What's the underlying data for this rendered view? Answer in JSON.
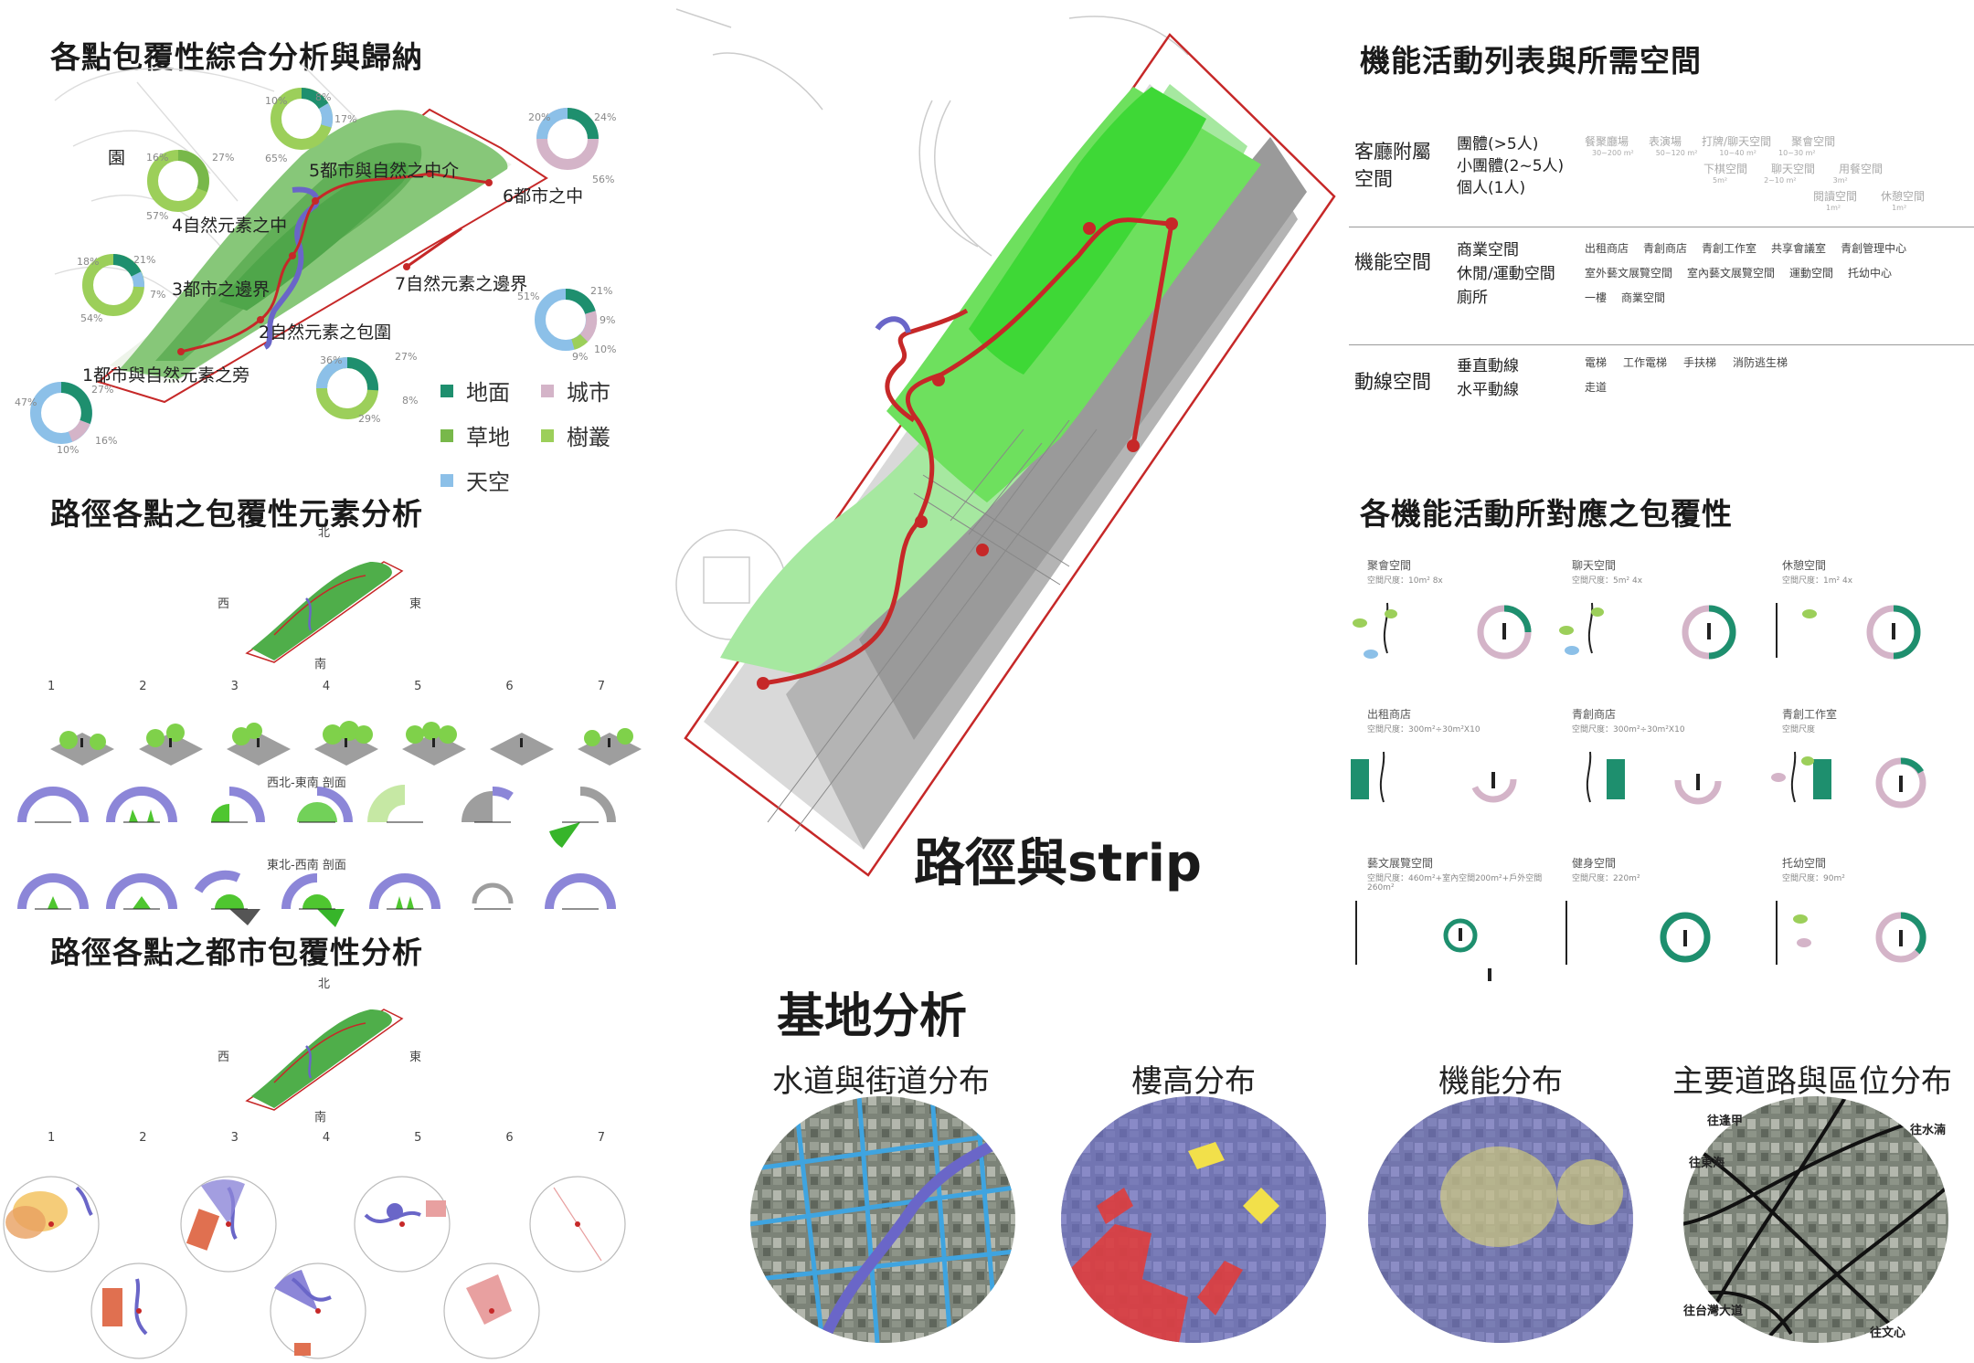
{
  "titles": {
    "t1": "各點包覆性綜合分析與歸納",
    "t2": "路徑各點之包覆性元素分析",
    "t3": "路徑各點之都市包覆性分析",
    "strip": "路徑與strip",
    "t_func": "機能活動列表與所需空間",
    "t_enc": "各機能活動所對應之包覆性",
    "site": "基地分析"
  },
  "map_labels": {
    "park": "園",
    "p1": "1都市與自然元素之旁",
    "p2": "2自然元素之包圍",
    "p3": "3都市之邊界",
    "p4": "4自然元素之中",
    "p5": "5都市與自然之中介",
    "p6": "6都市之中",
    "p7": "7自然元素之邊界"
  },
  "ring_pcts": {
    "r1": [
      "10%",
      "8%",
      "17%",
      "65%"
    ],
    "r2": [
      "16%",
      "27%",
      "57%"
    ],
    "r3": [
      "18%",
      "21%",
      "7%",
      "54%"
    ],
    "r4": [
      "20%",
      "24%",
      "56%"
    ],
    "r5": [
      "51%",
      "21%",
      "9%",
      "10%",
      "9%"
    ],
    "r6": [
      "36%",
      "27%",
      "8%",
      "29%"
    ],
    "r7": [
      "47%",
      "27%",
      "16%",
      "10%"
    ]
  },
  "legend": [
    {
      "label": "地面",
      "color": "#1e8f6e"
    },
    {
      "label": "城市",
      "color": "#d4b4c8"
    },
    {
      "label": "草地",
      "color": "#78b84a"
    },
    {
      "label": "樹叢",
      "color": "#9ccf5a"
    },
    {
      "label": "天空",
      "color": "#8cc0e8"
    }
  ],
  "compass": {
    "n": "北",
    "w": "西",
    "e": "東",
    "s": "南"
  },
  "points": [
    "1",
    "2",
    "3",
    "4",
    "5",
    "6",
    "7"
  ],
  "sections": {
    "nw_se": "西北-東南 剖面",
    "ne_sw": "東北-西南 剖面"
  },
  "func_table": [
    {
      "category": "客廳附屬\n空間",
      "types": [
        "團體(>5人)",
        "小團體(2~5人)",
        "個人(1人)"
      ],
      "rows": [
        [
          "餐聚廳場",
          "表演場",
          "打牌/聊天空間",
          "聚會空間"
        ],
        [
          "下棋空間",
          "聊天空間",
          "用餐空間"
        ],
        [
          "閱讀空間",
          "休憩空間"
        ]
      ],
      "notes": [
        [
          "30~200 m²",
          "50~120 m²",
          "10~40 m²",
          "10~30 m²"
        ],
        [
          "5m²",
          "2~10 m²",
          "3m²"
        ],
        [
          "1m²",
          "1m²"
        ]
      ]
    },
    {
      "category": "機能空間",
      "types": [
        "商業空間",
        "休閒/運動空間",
        "廁所"
      ],
      "rows": [
        [
          "出租商店",
          "青創商店",
          "青創工作室",
          "共享會議室",
          "青創管理中心"
        ],
        [
          "室外藝文展覽空間",
          "室內藝文展覽空間",
          "運動空間",
          "托幼中心"
        ],
        [
          "一樓",
          "商業空間"
        ]
      ]
    },
    {
      "category": "動線空間",
      "types": [
        "垂直動線",
        "水平動線"
      ],
      "rows": [
        [
          "電梯",
          "工作電梯",
          "手扶梯",
          "消防逃生梯"
        ],
        [
          "走道"
        ]
      ]
    }
  ],
  "enc_cards": [
    {
      "head": "聚會空間",
      "note": "空間尺度：10m² 8x"
    },
    {
      "head": "聊天空間",
      "note": "空間尺度：5m² 4x"
    },
    {
      "head": "休憩空間",
      "note": "空間尺度：1m² 4x"
    },
    {
      "head": "出租商店",
      "note": "空間尺度：300m²÷30m²X10"
    },
    {
      "head": "青創商店",
      "note": "空間尺度：300m²÷30m²X10"
    },
    {
      "head": "青創工作室",
      "note": "空間尺度"
    },
    {
      "head": "藝文展覽空間",
      "note": "空間尺度：460m²+室內空間200m²+戶外空間260m²"
    },
    {
      "head": "健身空間",
      "note": "空間尺度：220m²"
    },
    {
      "head": "托幼空間",
      "note": "空間尺度：90m²"
    }
  ],
  "site_maps": [
    {
      "title": "水道與街道分布"
    },
    {
      "title": "樓高分布"
    },
    {
      "title": "機能分布"
    },
    {
      "title": "主要道路與區位分布",
      "labels": [
        "往逢甲",
        "往水湳",
        "往東海",
        "往台灣大道",
        "往文心"
      ]
    }
  ]
}
